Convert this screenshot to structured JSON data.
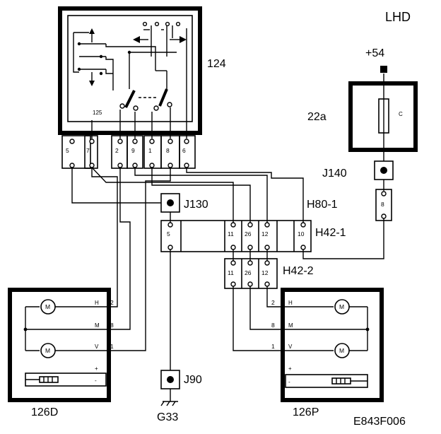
{
  "header": {
    "lhd": "LHD",
    "code": "E843F006"
  },
  "relay": {
    "label": "124",
    "inner_label": "125",
    "pins": [
      "5",
      "7",
      "2",
      "9",
      "1",
      "8",
      "6"
    ]
  },
  "fuse": {
    "supply": "+54",
    "label": "22a",
    "letter": "C"
  },
  "connectors": {
    "j140": "J140",
    "j130": "J130",
    "j90": "J90",
    "h80": "H80-1",
    "h80_pin": "8",
    "h42_1": "H42-1",
    "h42_1_pins": [
      "5",
      "11",
      "26",
      "12",
      "10"
    ],
    "h42_2": "H42-2",
    "h42_2_pins": [
      "11",
      "26",
      "12"
    ],
    "ground": "G33"
  },
  "motor_driver": {
    "label": "126D",
    "terminals": [
      "H",
      "M",
      "V"
    ],
    "wire_numbers": [
      "2",
      "8",
      "1"
    ],
    "motor": "M",
    "plus": "+",
    "minus": "-"
  },
  "motor_passenger": {
    "label": "126P",
    "terminals": [
      "H",
      "M",
      "V"
    ],
    "wire_numbers": [
      "2",
      "8",
      "1"
    ],
    "motor": "M",
    "plus": "+",
    "minus": "-"
  }
}
